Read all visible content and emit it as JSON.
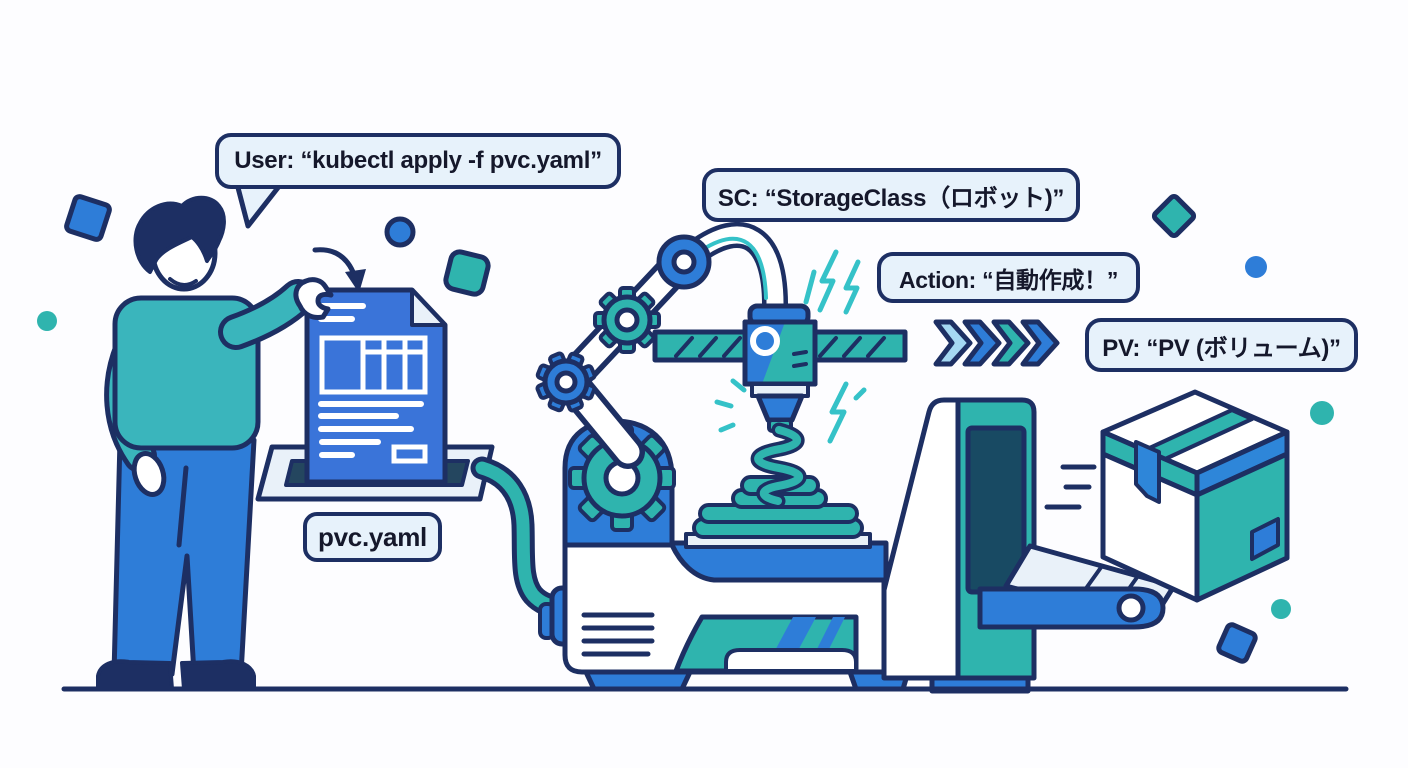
{
  "labels": {
    "user_command": "User: “kubectl apply -f pvc.yaml”",
    "storage_class": "SC: “StorageClass（ロボット)”",
    "action": "Action: “自動作成！”",
    "pv": "PV: “PV (ボリューム)”",
    "file": "pvc.yaml"
  },
  "colors": {
    "navy": "#1d2f63",
    "blue": "#2e7dd8",
    "doc_blue": "#3a74d9",
    "box_blue": "#2e86d9",
    "teal": "#2fb4ae",
    "sweater": "#3ab5bc",
    "light_blue": "#a5d8f2",
    "paper": "#e9f1f9",
    "slot": "#24465f",
    "opening": "#184a63",
    "spark": "#35c2c8",
    "bubble_bg": "#e7f2fb",
    "ink": "#15182b",
    "background": "#fdfdff"
  }
}
